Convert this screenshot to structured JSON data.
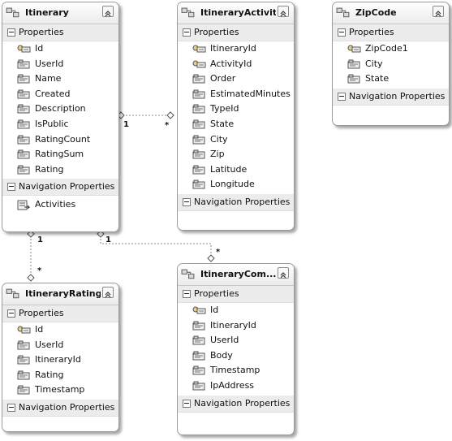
{
  "labels": {
    "properties": "Properties",
    "navigation_properties": "Navigation Properties"
  },
  "entities": {
    "itinerary": {
      "title": "Itinerary",
      "properties": [
        "Id",
        "UserId",
        "Name",
        "Created",
        "Description",
        "IsPublic",
        "RatingCount",
        "RatingSum",
        "Rating"
      ],
      "key_properties": [
        "Id"
      ],
      "navigation": [
        "Activities"
      ]
    },
    "itinerary_activity": {
      "title": "ItineraryActivity",
      "properties": [
        "ItineraryId",
        "ActivityId",
        "Order",
        "EstimatedMinutes",
        "TypeId",
        "State",
        "City",
        "Zip",
        "Latitude",
        "Longitude"
      ],
      "key_properties": [
        "ItineraryId",
        "ActivityId"
      ],
      "navigation": []
    },
    "zip_code": {
      "title": "ZipCode",
      "properties": [
        "ZipCode1",
        "City",
        "State"
      ],
      "key_properties": [
        "ZipCode1"
      ],
      "navigation": []
    },
    "itinerary_rating": {
      "title": "ItineraryRating",
      "properties": [
        "Id",
        "UserId",
        "ItineraryId",
        "Rating",
        "Timestamp"
      ],
      "key_properties": [
        "Id"
      ],
      "navigation": []
    },
    "itinerary_comment": {
      "title": "ItineraryCom...",
      "properties": [
        "Id",
        "ItineraryId",
        "UserId",
        "Body",
        "Timestamp",
        "IpAddress"
      ],
      "key_properties": [
        "Id"
      ],
      "navigation": []
    }
  },
  "associations": [
    {
      "from": "itinerary",
      "to": "itinerary_activity",
      "from_multiplicity": "1",
      "to_multiplicity": "*"
    },
    {
      "from": "itinerary",
      "to": "itinerary_rating",
      "from_multiplicity": "1",
      "to_multiplicity": "*"
    },
    {
      "from": "itinerary",
      "to": "itinerary_comment",
      "from_multiplicity": "1",
      "to_multiplicity": "*"
    }
  ],
  "colors": {
    "header": "#ebebeb",
    "section": "#ececec",
    "border": "#9a9a9a",
    "connector": "#8a8a8a"
  },
  "icons": {
    "entity": "entity-icon",
    "property": "property-icon",
    "key_property": "key-property-icon",
    "navigation": "navigation-property-icon",
    "collapse": "collapse-chevron-icon"
  }
}
